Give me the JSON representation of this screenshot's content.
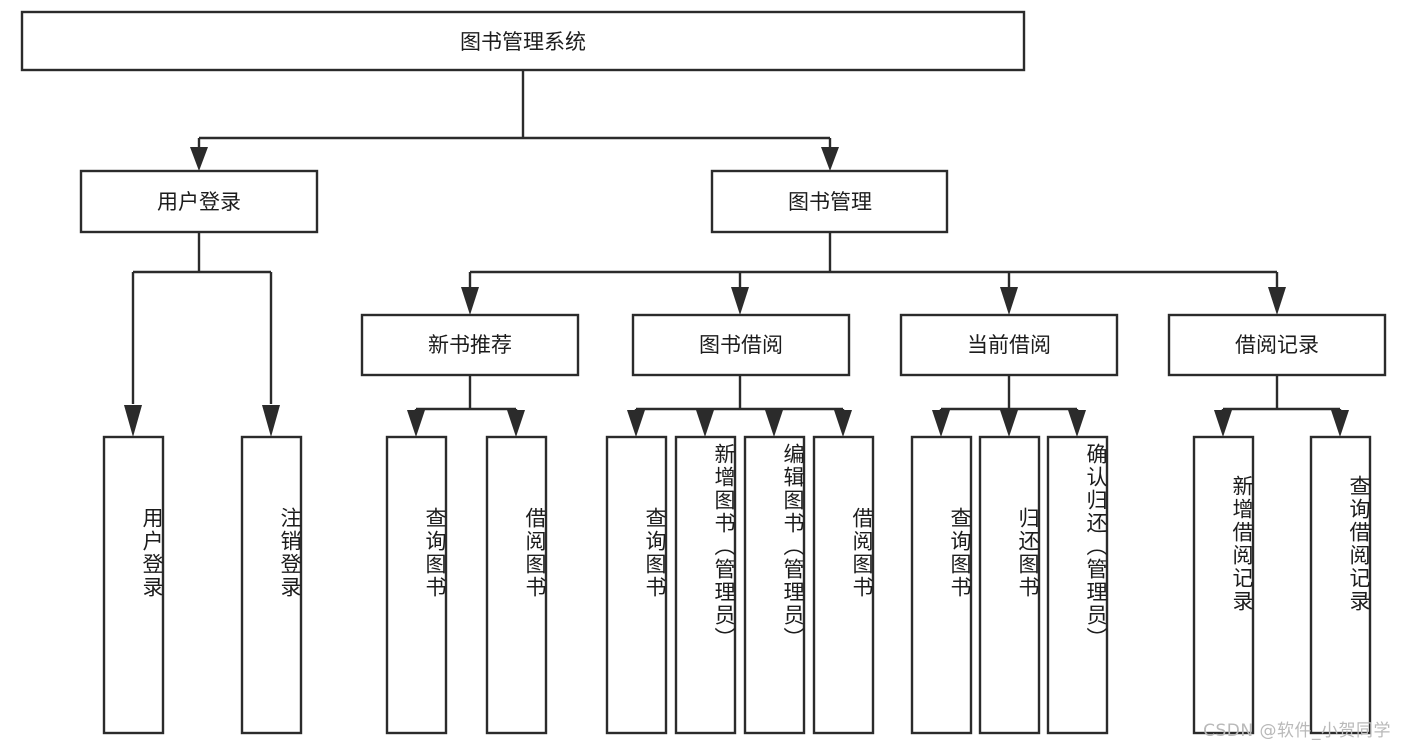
{
  "diagram": {
    "type": "tree",
    "title": "图书管理系统",
    "orientation": "top-down",
    "stroke_color": "#2b2b2b",
    "box_fill": "#ffffff",
    "background": "#ffffff",
    "root": {
      "id": "root",
      "label": "图书管理系统",
      "text_orientation": "horizontal"
    },
    "level1": [
      {
        "id": "user-login",
        "label": "用户登录",
        "text_orientation": "horizontal"
      },
      {
        "id": "book-manage",
        "label": "图书管理",
        "text_orientation": "horizontal"
      }
    ],
    "level2": [
      {
        "id": "new-book-rec",
        "label": "新书推荐",
        "parent": "book-manage",
        "text_orientation": "horizontal"
      },
      {
        "id": "book-borrow",
        "label": "图书借阅",
        "parent": "book-manage",
        "text_orientation": "horizontal"
      },
      {
        "id": "current-borrow",
        "label": "当前借阅",
        "parent": "book-manage",
        "text_orientation": "horizontal"
      },
      {
        "id": "borrow-record",
        "label": "借阅记录",
        "parent": "book-manage",
        "text_orientation": "horizontal"
      }
    ],
    "leaves": [
      {
        "id": "leaf-user-login",
        "label": "用户登录",
        "parent": "user-login",
        "text_orientation": "vertical"
      },
      {
        "id": "leaf-logout-login",
        "label": "注销登录",
        "parent": "user-login",
        "text_orientation": "vertical"
      },
      {
        "id": "leaf-query-book-1",
        "label": "查询图书",
        "parent": "new-book-rec",
        "text_orientation": "vertical"
      },
      {
        "id": "leaf-borrow-book-1",
        "label": "借阅图书",
        "parent": "new-book-rec",
        "text_orientation": "vertical"
      },
      {
        "id": "leaf-query-book-2",
        "label": "查询图书",
        "parent": "book-borrow",
        "text_orientation": "vertical"
      },
      {
        "id": "leaf-add-book",
        "label": "新增图书（管理员）",
        "parent": "book-borrow",
        "text_orientation": "vertical"
      },
      {
        "id": "leaf-edit-book",
        "label": "编辑图书（管理员）",
        "parent": "book-borrow",
        "text_orientation": "vertical"
      },
      {
        "id": "leaf-borrow-book-2",
        "label": "借阅图书",
        "parent": "book-borrow",
        "text_orientation": "vertical"
      },
      {
        "id": "leaf-query-book-3",
        "label": "查询图书",
        "parent": "current-borrow",
        "text_orientation": "vertical"
      },
      {
        "id": "leaf-return-book",
        "label": "归还图书",
        "parent": "current-borrow",
        "text_orientation": "vertical"
      },
      {
        "id": "leaf-confirm-return",
        "label": "确认归还（管理员）",
        "parent": "current-borrow",
        "text_orientation": "vertical"
      },
      {
        "id": "leaf-add-record",
        "label": "新增借阅记录",
        "parent": "borrow-record",
        "text_orientation": "vertical"
      },
      {
        "id": "leaf-query-record",
        "label": "查询借阅记录",
        "parent": "borrow-record",
        "text_orientation": "vertical"
      }
    ]
  },
  "watermark": {
    "text": "CSDN @软件_小贺同学"
  }
}
